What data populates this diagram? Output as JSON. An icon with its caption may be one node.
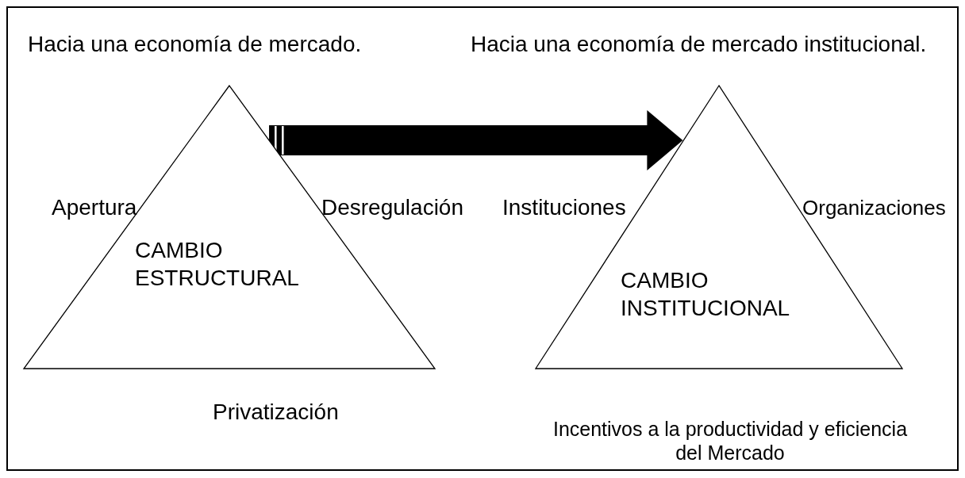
{
  "diagram": {
    "nodes": [
      {
        "text": [
          "CAMBIO ESTRUCTURAL"
        ],
        "beside": [
          "Apertura",
          "Desregulación",
          "Privatización"
        ]
      },
      {
        "text": [
          "CAMBIO INSTITUCIONAL"
        ],
        "beside": [
          "Instituciones",
          "Organizaciones",
          "Incentivos a la productividad y eficiencia del Mercado"
        ]
      }
    ],
    "edges": [
      {
        "from": 0,
        "to": 1,
        "arrow": "to"
      }
    ],
    "labels": [
      "Hacia una economía de mercado.",
      "Hacia una economía de mercado institucional."
    ]
  }
}
